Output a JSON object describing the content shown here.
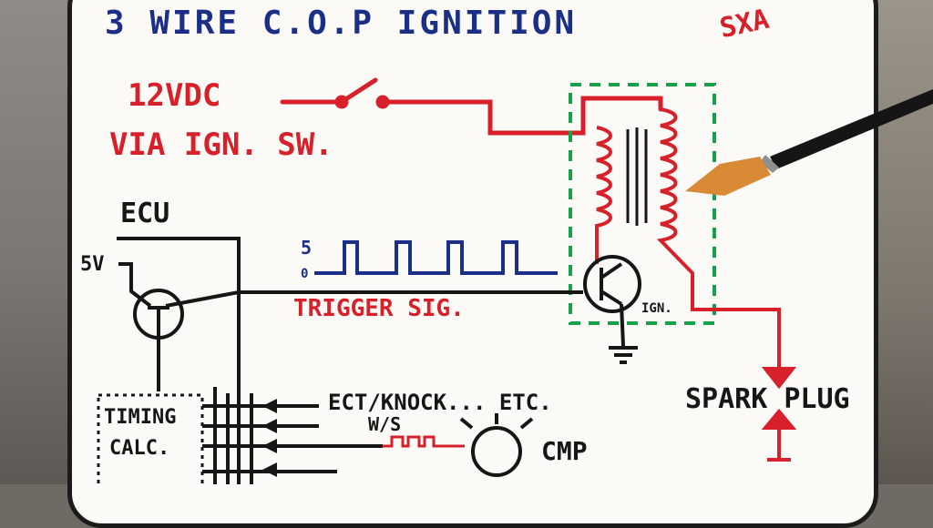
{
  "title": "3 WIRE C.O.P IGNITION",
  "title_tag": "SXA",
  "supply_label_line1": "12VDC",
  "supply_label_line2": "VIA IGN. SW.",
  "ecu_label": "ECU",
  "ecu_5v_label": "5V",
  "trigger_high_label": "5",
  "trigger_low_label": "0",
  "trigger_label": "TRIGGER SIG.",
  "ign_label": "IGN.",
  "spark_plug_label": "SPARK PLUG",
  "timing_calc_line1": "TIMING",
  "timing_calc_line2": "CALC.",
  "sensor_input_1": "ECT/KNOCK... ETC.",
  "sensor_input_2": "W/S",
  "cmp_label": "CMP",
  "colors": {
    "blue_ink": "#1c2f86",
    "red_ink": "#d8202a",
    "green_ink": "#15a34a",
    "black_ink": "#161616"
  }
}
